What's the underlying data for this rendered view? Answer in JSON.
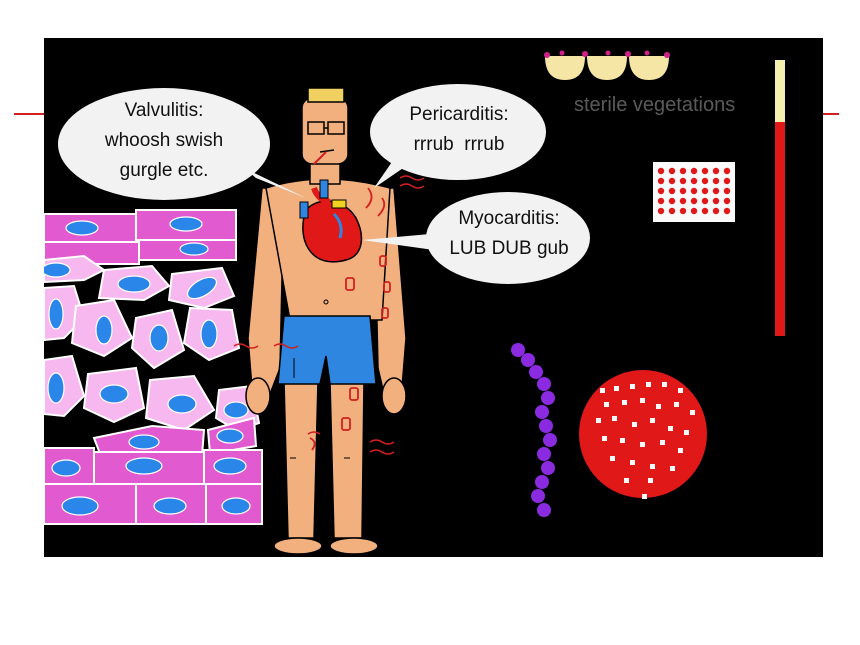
{
  "bubbles": {
    "valvulitis": {
      "line1": "Valvulitis:",
      "line2": "whoosh swish",
      "line3": "gurgle etc."
    },
    "pericarditis": {
      "line1": "Pericarditis:",
      "line2": "rrrub  rrrub"
    },
    "myocarditis": {
      "line1": "Myocarditis:",
      "line2": "LUB DUB gub"
    }
  },
  "labels": {
    "sterile_vegetations": "sterile vegetations"
  },
  "colors": {
    "background": "#000000",
    "skin": "#f2b07e",
    "heart": "#e01818",
    "shorts": "#2f86e0",
    "tissue_pink": "#e25ad0",
    "nucleus_blue": "#2a86e8",
    "bacteria_purple": "#8a2be2",
    "accent_red": "#d22020"
  }
}
